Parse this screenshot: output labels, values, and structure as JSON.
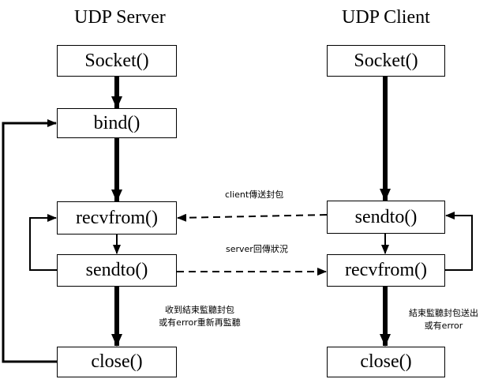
{
  "server": {
    "title": "UDP Server",
    "steps": {
      "socket": "Socket()",
      "bind": "bind()",
      "recvfrom": "recvfrom()",
      "sendto": "sendto()",
      "close": "close()"
    }
  },
  "client": {
    "title": "UDP Client",
    "steps": {
      "socket": "Socket()",
      "sendto": "sendto()",
      "recvfrom": "recvfrom()",
      "close": "close()"
    }
  },
  "annotations": {
    "client_send": "client傳送封包",
    "server_status": "server回傳狀況",
    "server_end_line1": "收到結束監聽封包",
    "server_end_line2": "或有error重新再監聽",
    "client_end_line1": "結束監聽封包送出",
    "client_end_line2": "或有error"
  }
}
